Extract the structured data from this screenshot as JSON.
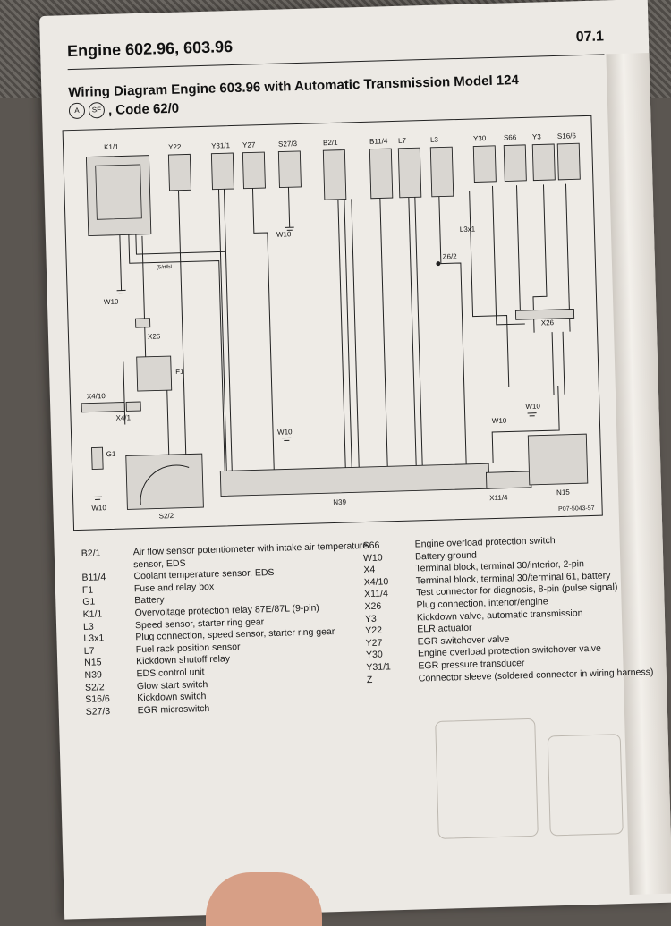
{
  "header": {
    "engine": "Engine 602.96, 603.96",
    "page_num": "07.1"
  },
  "title": "Wiring Diagram Engine 603.96 with Automatic Transmission Model 124",
  "subtitle": {
    "circle_a": "A",
    "circle_sf": "SF",
    "code": ", Code 62/0"
  },
  "diagram": {
    "ref": "P07-5043-57",
    "top_components": [
      "K1/1",
      "Y22",
      "Y31/1",
      "Y27",
      "S27/3",
      "B2/1",
      "B11/4",
      "L7",
      "L3",
      "Y30",
      "S66",
      "Y3",
      "S16/6"
    ],
    "other_labels": {
      "l3x1": "L3x1",
      "z62": "Z6/2",
      "x26a": "X26",
      "x26b": "X26",
      "f1": "F1",
      "x410": "X4/10",
      "x41": "X4/1",
      "g1": "G1",
      "s22": "S2/2",
      "n39": "N39",
      "x114": "X11/4",
      "n15": "N15",
      "w10a": "W10",
      "w10b": "W10",
      "w10c": "W10",
      "w10d": "W10",
      "w10e": "W10",
      "w10f": "W10",
      "rtbl": "(5/rt/bl"
    }
  },
  "legend_left": [
    {
      "code": "B2/1",
      "desc": "Air flow sensor potentiometer with intake air temperature sensor, EDS"
    },
    {
      "code": "B11/4",
      "desc": "Coolant temperature sensor, EDS"
    },
    {
      "code": "F1",
      "desc": "Fuse and relay box"
    },
    {
      "code": "G1",
      "desc": "Battery"
    },
    {
      "code": "K1/1",
      "desc": "Overvoltage protection relay 87E/87L (9-pin)"
    },
    {
      "code": "L3",
      "desc": "Speed sensor, starter ring gear"
    },
    {
      "code": "L3x1",
      "desc": "Plug connection, speed sensor, starter ring gear"
    },
    {
      "code": "L7",
      "desc": "Fuel rack position sensor"
    },
    {
      "code": "N15",
      "desc": "Kickdown shutoff relay"
    },
    {
      "code": "N39",
      "desc": "EDS control unit"
    },
    {
      "code": "S2/2",
      "desc": "Glow start switch"
    },
    {
      "code": "S16/6",
      "desc": "Kickdown switch"
    },
    {
      "code": "S27/3",
      "desc": "EGR microswitch"
    }
  ],
  "legend_right": [
    {
      "code": "S66",
      "desc": "Engine overload protection switch"
    },
    {
      "code": "W10",
      "desc": "Battery ground"
    },
    {
      "code": "X4",
      "desc": "Terminal block, terminal 30/interior, 2-pin"
    },
    {
      "code": "X4/10",
      "desc": "Terminal block, terminal 30/terminal 61, battery"
    },
    {
      "code": "X11/4",
      "desc": "Test connector for diagnosis, 8-pin (pulse signal)"
    },
    {
      "code": "X26",
      "desc": "Plug connection, interior/engine"
    },
    {
      "code": "Y3",
      "desc": "Kickdown valve, automatic transmission"
    },
    {
      "code": "Y22",
      "desc": "ELR actuator"
    },
    {
      "code": "Y27",
      "desc": "EGR switchover valve"
    },
    {
      "code": "Y30",
      "desc": "Engine overload protection switchover valve"
    },
    {
      "code": "Y31/1",
      "desc": "EGR pressure transducer"
    },
    {
      "code": "Z",
      "desc": "Connector sleeve (soldered connector in wiring harness)"
    }
  ]
}
